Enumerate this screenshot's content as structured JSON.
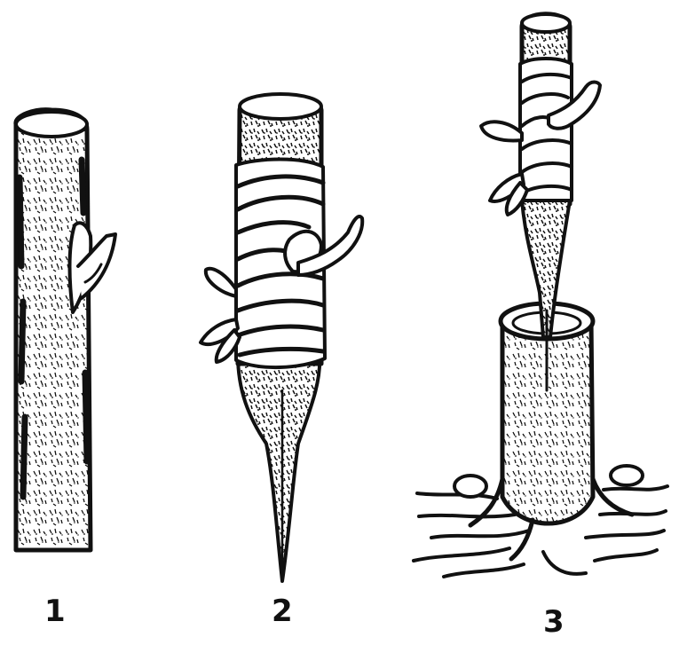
{
  "figure": {
    "labels": [
      "1",
      "2",
      "3"
    ],
    "colors": {
      "ink": "#111111",
      "paper": "#ffffff",
      "bark_fill": "#f4f4f4"
    }
  }
}
